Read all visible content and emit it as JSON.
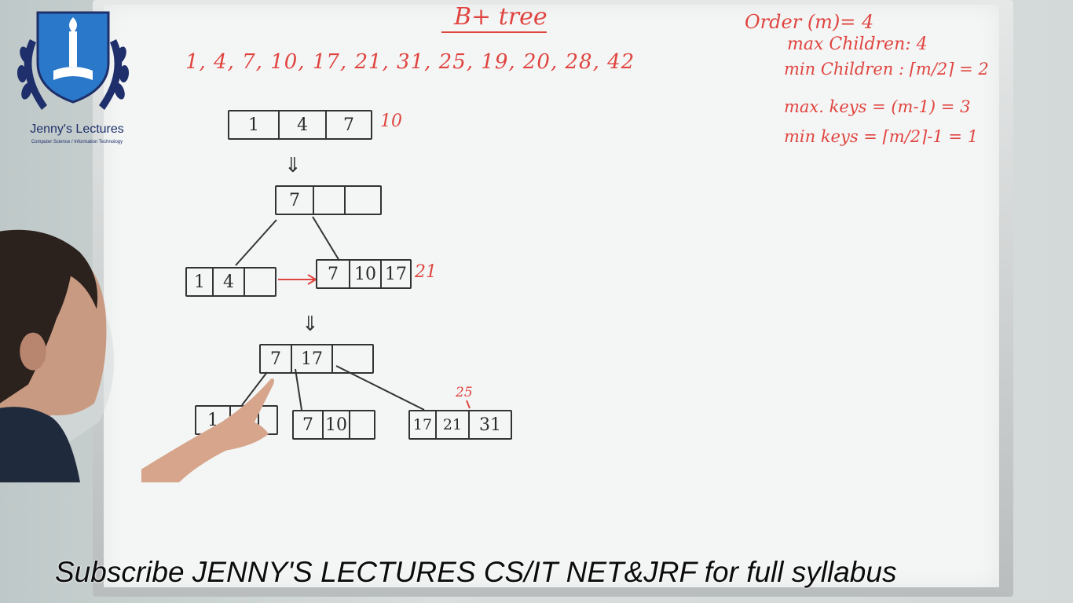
{
  "brand": {
    "name": "Jenny's Lectures",
    "tagline": "Computer Science / Information Technology"
  },
  "board": {
    "title": "B+ tree",
    "sequence": "1, 4, 7, 10, 17, 21, 31, 25, 19, 20, 28, 42",
    "notes": [
      "Order (m)= 4",
      "max Children: 4",
      "min Children : ⌈m/2⌉ = 2",
      "max. keys = (m-1) = 3",
      "min keys = ⌈m/2⌉-1 = 1"
    ],
    "step1": {
      "keys": [
        "1",
        "4",
        "7"
      ],
      "insert": "10"
    },
    "step2": {
      "root": [
        "7",
        "",
        ""
      ],
      "left": [
        "1",
        "4",
        ""
      ],
      "right": [
        "7",
        "10",
        "17"
      ],
      "insert": "21"
    },
    "step3": {
      "root": [
        "7",
        "17",
        ""
      ],
      "leaf1": [
        "1",
        "4",
        ""
      ],
      "leaf2": [
        "7",
        "10",
        ""
      ],
      "leaf3": [
        "17",
        "21",
        "31"
      ],
      "insert": "25"
    },
    "arrow_down": "⇓"
  },
  "caption": "Subscribe JENNY'S LECTURES CS/IT NET&JRF for full syllabus"
}
